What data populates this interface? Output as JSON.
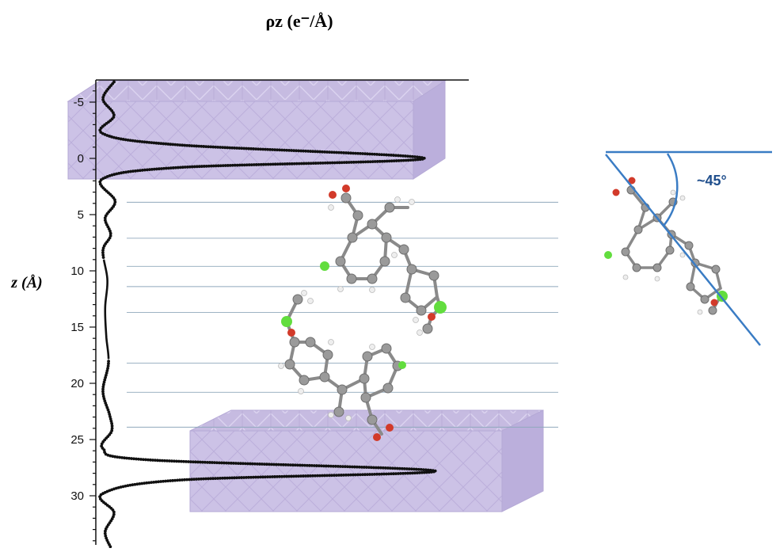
{
  "chart_data": {
    "type": "line",
    "title": "ρz (e⁻/Å)",
    "ylabel": "z (Å)",
    "ylim": [
      -6.8,
      34.6
    ],
    "y_major_ticks": [
      -5,
      0,
      5,
      10,
      15,
      20,
      25,
      30
    ],
    "y_minor_step": 1,
    "series": [
      {
        "profile": [
          [
            -6.8,
            10
          ],
          [
            -5.3,
            0
          ],
          [
            -3.8,
            10
          ],
          [
            -2.2,
            0
          ],
          [
            -1.2,
            68
          ],
          [
            0,
            290
          ],
          [
            0.8,
            70
          ],
          [
            1.8,
            0
          ],
          [
            3.8,
            11
          ],
          [
            5.3,
            2
          ],
          [
            6.8,
            7
          ],
          [
            8.2,
            0
          ],
          [
            10.8,
            4
          ],
          [
            13.3,
            2
          ],
          [
            15.8,
            3
          ],
          [
            18.2,
            5
          ],
          [
            20.7,
            0
          ],
          [
            22.8,
            6
          ],
          [
            24.2,
            8
          ],
          [
            25.8,
            0
          ],
          [
            26.8,
            40
          ],
          [
            27.8,
            300
          ],
          [
            28.6,
            70
          ],
          [
            29.8,
            0
          ],
          [
            31.5,
            10
          ],
          [
            33.2,
            2
          ],
          [
            34.6,
            7
          ]
        ],
        "smooth_range": [
          9.0,
          18.0
        ]
      }
    ],
    "molecule_layers_z": [
      3.9,
      7.1,
      9.6,
      11.4,
      13.7,
      18.2,
      20.8,
      23.9
    ],
    "inset_angle_label": "~45°",
    "colors": {
      "profile": "#111111",
      "guide_lines": "#8fa8bc",
      "slab": "#b8a9d6",
      "inset_lines": "#3a7cc4",
      "carbon_atom": "#9a9a9a",
      "oxygen_atom": "#d23a2a",
      "chlorine_atom": "#62dd3e",
      "hydrogen_atom": "#e8e8e8"
    }
  }
}
